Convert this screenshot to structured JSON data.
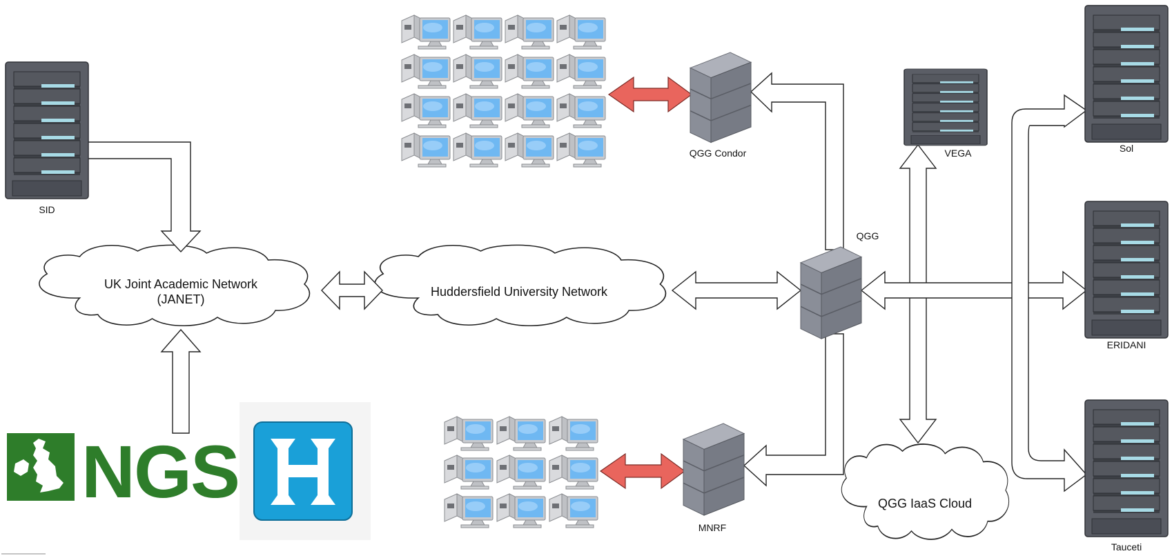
{
  "labels": {
    "sid": "SID",
    "janet_line1": "UK Joint Academic Network",
    "janet_line2": "(JANET)",
    "huddersfield": "Huddersfield University Network",
    "qgg_condor": "QGG Condor",
    "qgg": "QGG",
    "vega": "VEGA",
    "sol": "Sol",
    "eridani": "ERIDANI",
    "tauceti": "Tauceti",
    "mnrf": "MNRF",
    "iaas": "QGG IaaS Cloud"
  },
  "logos": {
    "ngs_text": "NGS",
    "ngs_color": "#2e7d2a",
    "h_letter": "H",
    "h_color": "#1aa0d8"
  },
  "colors": {
    "server_dark": "#5c5f66",
    "slot_light": "#a8dbe6",
    "tower_grey": "#7b7f8a",
    "red_arrow": "#e9655d",
    "monitor_blue": "#6fb8f2"
  }
}
